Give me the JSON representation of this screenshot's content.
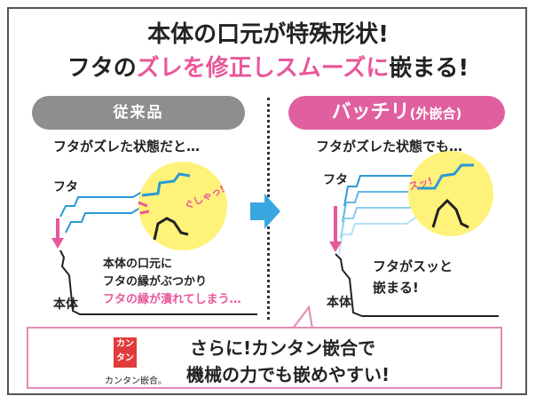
{
  "headline": {
    "line1": "本体の口元が特殊形状!",
    "line2_part1": "フタの",
    "line2_part2": "ズレを修正しスムーズに",
    "line2_part3": "嵌まる!"
  },
  "left": {
    "pill": "従来品",
    "caption": "フタがズレた状態だと…",
    "lid_label": "フタ",
    "body_label": "本体",
    "bubble": "ぐしゃっ!",
    "note_line1": "本体の口元に",
    "note_line2": "フタの縁がぶつかり",
    "note_line3": "フタの縁が潰れてしまう…"
  },
  "right": {
    "pill_main": "バッチリ",
    "pill_sub": "(外嵌合)",
    "caption": "フタがズレた状態でも…",
    "lid_label": "フタ",
    "body_label": "本体",
    "bubble": "スッ!",
    "note_line1": "フタがスッと",
    "note_line2": "嵌まる!"
  },
  "bottom": {
    "line1": "さらに!カンタン嵌合で",
    "line2": "機械の力でも嵌めやすい!",
    "logo_top": "カン",
    "logo_bottom": "タン",
    "logo_caption": "カンタン嵌合。"
  },
  "colors": {
    "accent_pink": "#e8579a",
    "gray_pill": "#8e8e8e",
    "arrow_blue": "#3aa6e0",
    "lid_blue": "#2a9ad6"
  }
}
